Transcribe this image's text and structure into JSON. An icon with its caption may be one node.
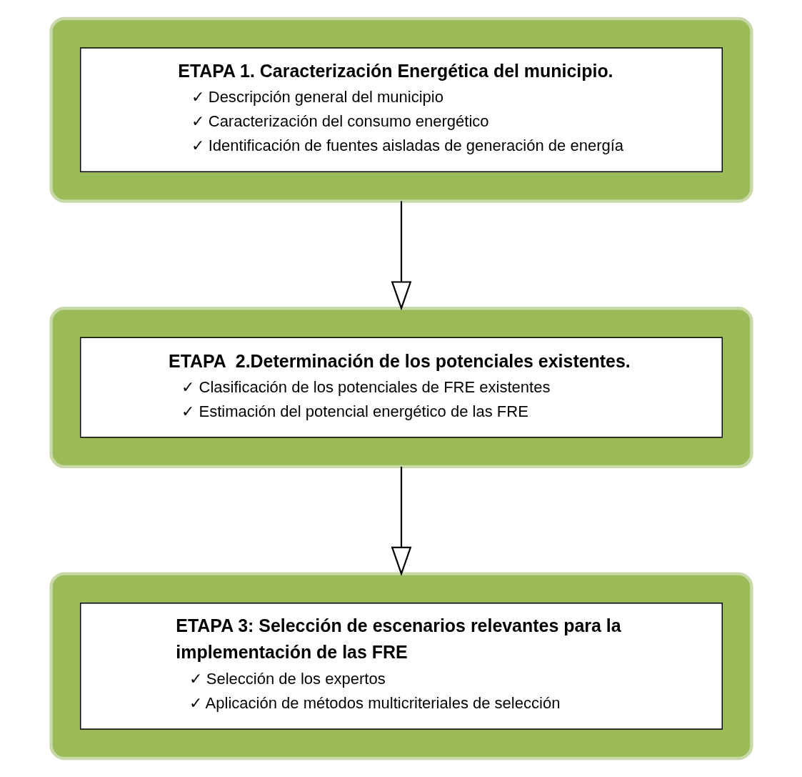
{
  "diagram": {
    "nodes": [
      {
        "text": [],
        "shape": "box"
      },
      {
        "text": [
          "ETAPA 1. Caracterización Energética del municipio.",
          "✓ Descripción general del municipio",
          "✓ Caracterización del consumo energético",
          "✓ Identificación de fuentes aisladas de generación de energía"
        ],
        "in": 0
      },
      {
        "text": [],
        "shape": "box"
      },
      {
        "text": [
          "ETAPA  2.Determinación de los potenciales existentes.",
          "✓ Clasificación de los potenciales de FRE existentes",
          "✓ Estimación del potencial energético de las FRE"
        ],
        "in": 2
      },
      {
        "text": [],
        "shape": "box"
      },
      {
        "text": [
          "ETAPA 3: Selección de escenarios relevantes para la implementación de las FRE",
          "✓ Selección de los expertos",
          "✓ Aplicación de métodos multicriteriales de selección"
        ],
        "in": 4
      }
    ],
    "edges": [
      {
        "from": 0,
        "to": 2,
        "arrow": "to"
      },
      {
        "from": 2,
        "to": 4,
        "arrow": "to"
      }
    ]
  }
}
